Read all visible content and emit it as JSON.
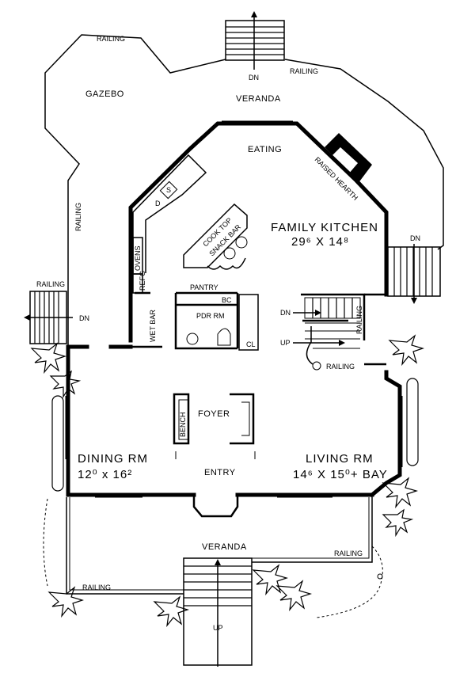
{
  "labels": {
    "gazebo": "GAZEBO",
    "veranda_top": "VERANDA",
    "veranda_bottom": "VERANDA",
    "eating": "EATING",
    "raised_hearth": "RAISED HEARTH",
    "family_kitchen": "FAMILY KITCHEN",
    "family_kitchen_dim": "29⁶ X 14⁸",
    "cook_top": "COOK TOP",
    "snack_bar": "SNACK BAR",
    "ovens": "OVENS",
    "refg": "REFG",
    "wet_bar": "WET BAR",
    "pantry": "PANTRY",
    "bc": "BC",
    "pdr_rm": "PDR RM",
    "cl": "CL",
    "foyer": "FOYER",
    "bench": "BENCH",
    "entry": "ENTRY",
    "dining_rm": "DINING RM",
    "dining_dim": "12⁰ x 16²",
    "living_rm": "LIVING RM",
    "living_dim": "14⁶ X 15⁰+ BAY",
    "sink_s": "S",
    "dw_d": "D"
  },
  "railings": {
    "top": "RAILING",
    "top_right": "RAILING",
    "gazebo_side": "RAILING",
    "left": "RAILING",
    "stair": "RAILING",
    "stair_lower": "RAILING",
    "front_right": "RAILING",
    "front_left": "RAILING"
  },
  "stairs": {
    "top_dn": "DN",
    "right_dn": "DN",
    "left_dn": "DN",
    "interior_dn": "DN",
    "interior_up": "UP",
    "front_up": "UP"
  }
}
